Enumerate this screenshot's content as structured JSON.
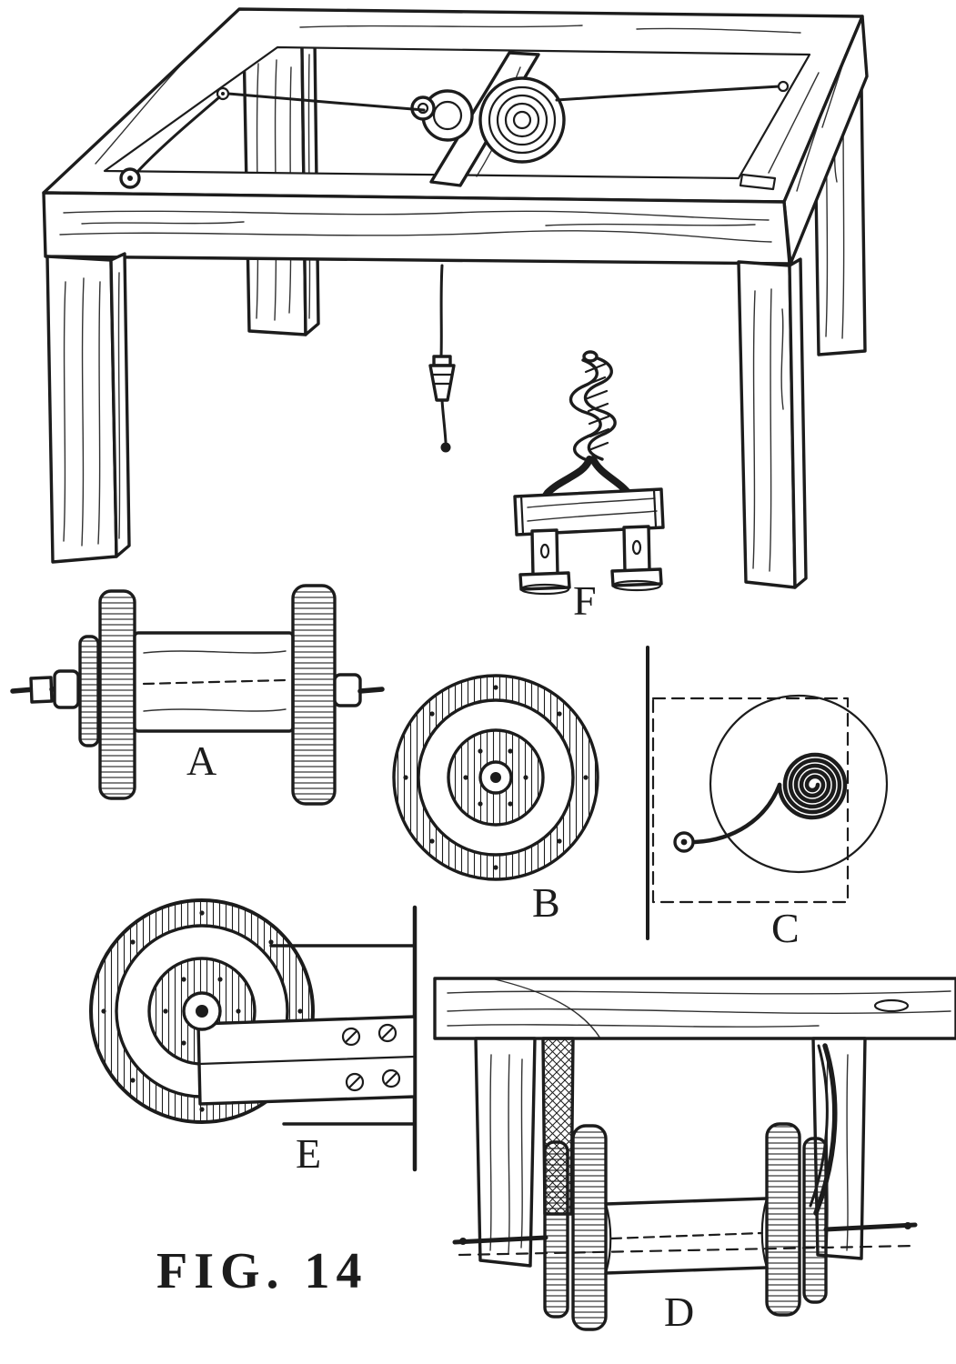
{
  "figure": {
    "caption": "FIG. 14",
    "labels": {
      "a": "A",
      "b": "B",
      "c": "C",
      "d": "D",
      "e": "E",
      "f": "F"
    }
  },
  "colors": {
    "ink": "#1c1c1c",
    "paper": "#ffffff"
  }
}
